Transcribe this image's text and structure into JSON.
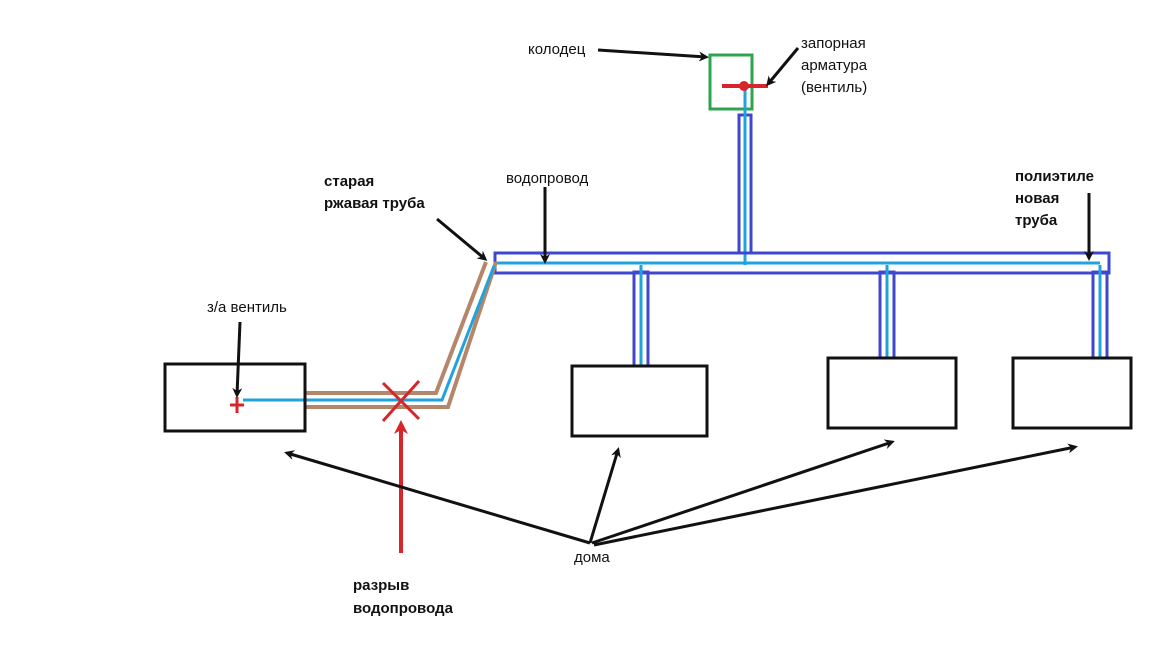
{
  "labels": {
    "well": "колодец",
    "shutoff_line1": "запорная",
    "shutoff_line2": "арматура",
    "shutoff_line3": "(вентиль)",
    "water_main": "водопровод",
    "old_pipe_line1": "старая",
    "old_pipe_line2": "ржавая труба",
    "poly_pipe_line1": "полиэтиле",
    "poly_pipe_line2": "новая",
    "poly_pipe_line3": "труба",
    "house_valve": "з/а вентиль",
    "houses": "дома",
    "break_line1": "разрыв",
    "break_line2": "водопровода"
  },
  "colors": {
    "outline": "#111111",
    "well_frame": "#2ea44f",
    "poly_pipe": "#3f48cc",
    "water": "#1fa3dc",
    "old_pipe": "#b5876a",
    "valve_and_break": "#d6262b"
  }
}
